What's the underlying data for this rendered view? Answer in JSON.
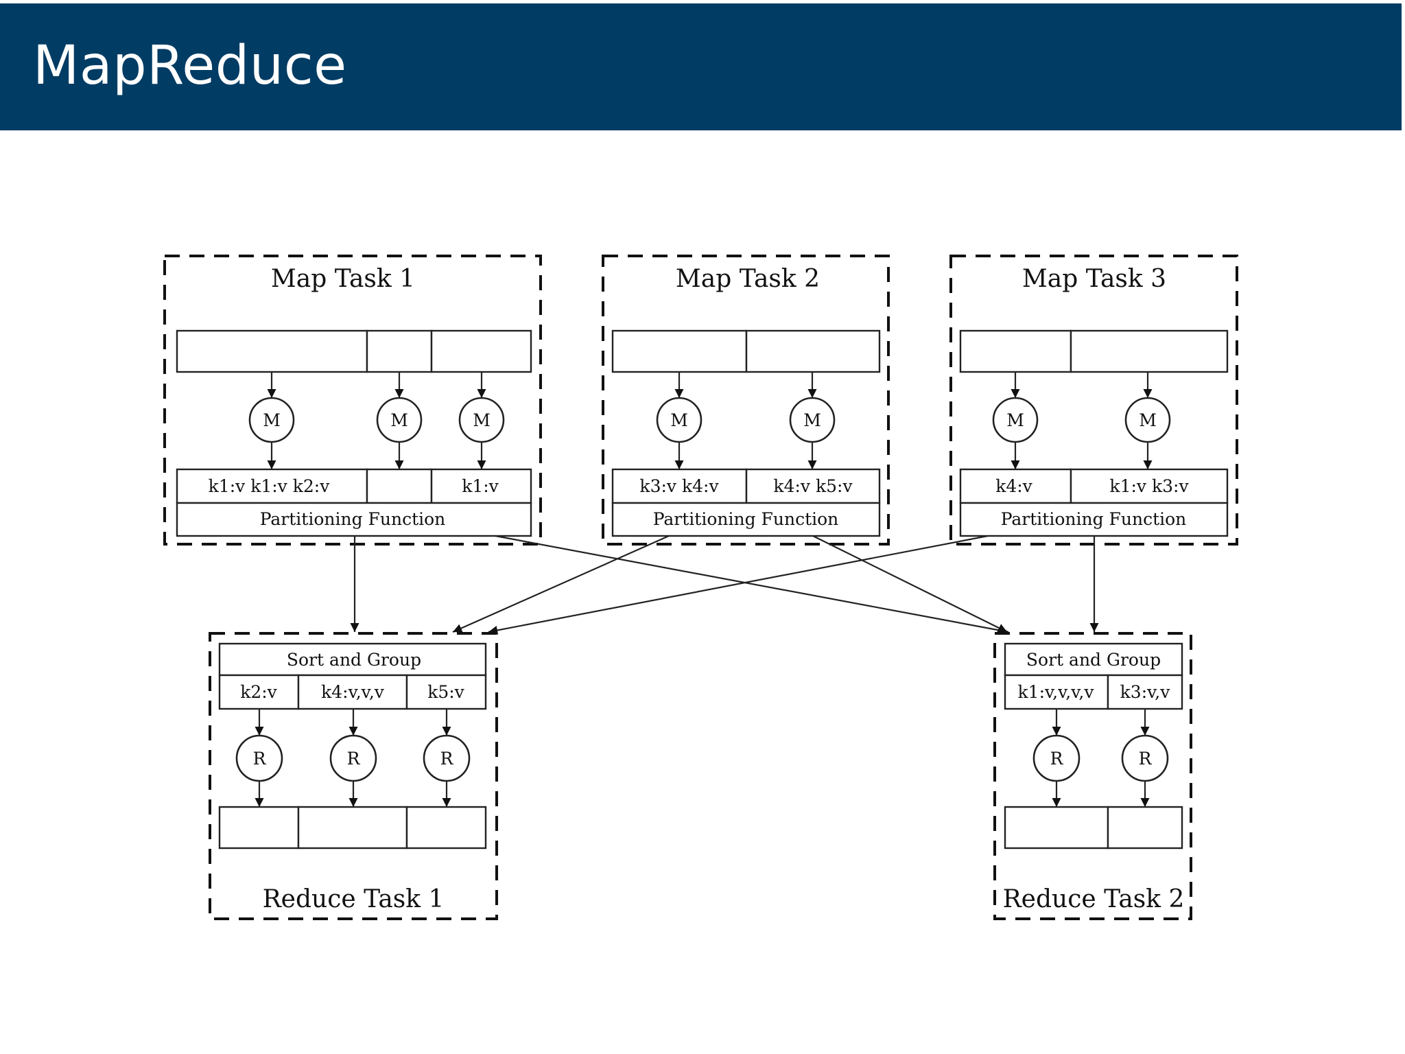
{
  "slide": {
    "title": "MapReduce"
  },
  "diagram": {
    "map_tasks": [
      {
        "title": "Map Task 1",
        "mapper_label": "M",
        "outputs": [
          "k1:v k1:v k2:v",
          "",
          "k1:v"
        ],
        "partition_label": "Partitioning Function"
      },
      {
        "title": "Map Task 2",
        "mapper_label": "M",
        "outputs": [
          "k3:v k4:v",
          "k4:v k5:v"
        ],
        "partition_label": "Partitioning Function"
      },
      {
        "title": "Map Task 3",
        "mapper_label": "M",
        "outputs": [
          "k4:v",
          "k1:v k3:v"
        ],
        "partition_label": "Partitioning Function"
      }
    ],
    "reduce_tasks": [
      {
        "title": "Reduce Task 1",
        "sort_label": "Sort and Group",
        "groups": [
          "k2:v",
          "k4:v,v,v",
          "k5:v"
        ],
        "reducer_label": "R"
      },
      {
        "title": "Reduce Task 2",
        "sort_label": "Sort and Group",
        "groups": [
          "k1:v,v,v,v",
          "k3:v,v"
        ],
        "reducer_label": "R"
      }
    ]
  }
}
